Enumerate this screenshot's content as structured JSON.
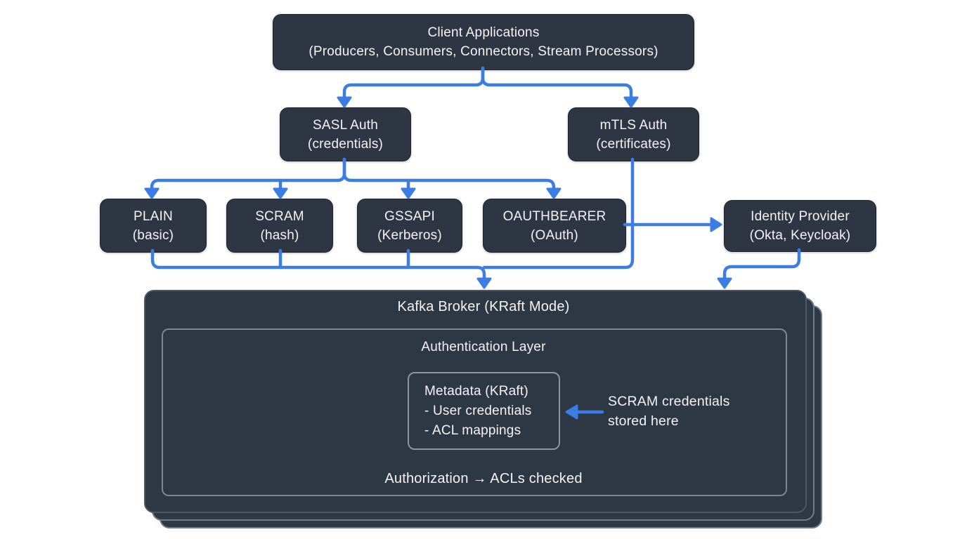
{
  "colors": {
    "background": "#ffffff",
    "node_background": "#2d3642",
    "node_text": "#f3f4f6",
    "arrow_blue": "#3b7de2",
    "broker_background": "#2e3744",
    "inner_layer_border": "#7b8795",
    "metadata_border": "#8b95a3",
    "stack_edge_border": "#717c8b"
  },
  "nodes": {
    "client_applications": {
      "line1": "Client Applications",
      "line2": "(Producers, Consumers, Connectors, Stream Processors)"
    },
    "sasl_auth": {
      "line1": "SASL Auth",
      "line2": "(credentials)"
    },
    "mtls_auth": {
      "line1": "mTLS Auth",
      "line2": "(certificates)"
    },
    "plain": {
      "line1": "PLAIN",
      "line2": "(basic)"
    },
    "scram": {
      "line1": "SCRAM",
      "line2": "(hash)"
    },
    "gssapi": {
      "line1": "GSSAPI",
      "line2": "(Kerberos)"
    },
    "oauthbearer": {
      "line1": "OAUTHBEARER",
      "line2": "(OAuth)"
    },
    "identity_provider": {
      "line1": "Identity Provider",
      "line2": "(Okta, Keycloak)"
    }
  },
  "broker": {
    "title": "Kafka Broker (KRaft Mode)",
    "auth_layer_title": "Authentication Layer",
    "metadata": {
      "line1": "Metadata (KRaft)",
      "line2": "- User credentials",
      "line3": "- ACL mappings"
    },
    "annotation": "SCRAM credentials stored here",
    "authorization": "Authorization → ACLs checked"
  }
}
